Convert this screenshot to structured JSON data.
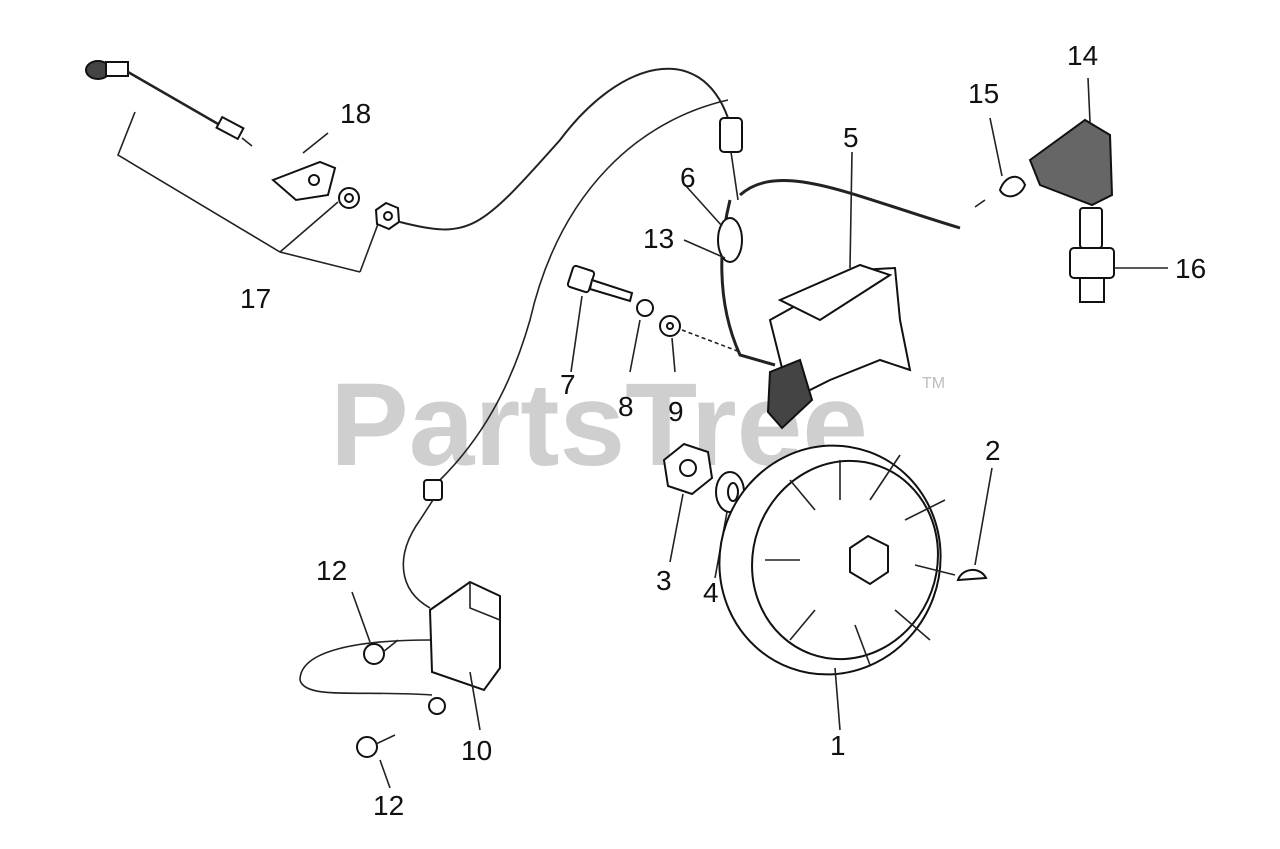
{
  "watermark": {
    "text": "PartsTree",
    "tm": "TM"
  },
  "labels": {
    "p1": "1",
    "p2": "2",
    "p3": "3",
    "p4": "4",
    "p5": "5",
    "p6": "6",
    "p7": "7",
    "p8": "8",
    "p9": "9",
    "p10": "10",
    "p12a": "12",
    "p12b": "12",
    "p13": "13",
    "p14": "14",
    "p15": "15",
    "p16": "16",
    "p17": "17",
    "p18": "18"
  }
}
